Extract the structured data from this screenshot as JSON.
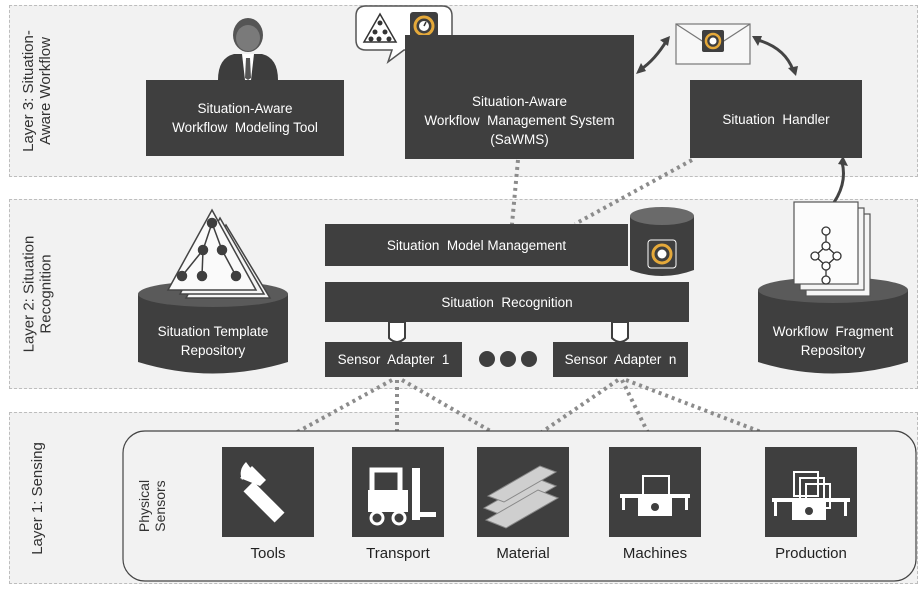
{
  "layers": {
    "layer3": "Layer 3: Situation-\nAware Workflow",
    "layer2": "Layer 2: Situation\nRecognition",
    "layer1": "Layer 1: Sensing"
  },
  "boxes": {
    "modeling_tool": "Situation-Aware\nWorkflow  Modeling Tool",
    "sawms": "Situation-Aware\nWorkflow  Management System\n(SaWMS)",
    "situation_handler": "Situation  Handler",
    "model_management": "Situation  Model Management",
    "situation_recognition": "Situation  Recognition",
    "sensor_adapter_1": "Sensor  Adapter  1",
    "sensor_adapter_n": "Sensor  Adapter  n"
  },
  "repositories": {
    "template": "Situation Template\nRepository",
    "fragment": "Workflow  Fragment\nRepository"
  },
  "physical_sensors": "Physical\nSensors",
  "sensors": [
    {
      "label": "Tools",
      "icon": "wrench-icon"
    },
    {
      "label": "Transport",
      "icon": "forklift-icon"
    },
    {
      "label": "Material",
      "icon": "steel-beams-icon"
    },
    {
      "label": "Machines",
      "icon": "machine-icon"
    },
    {
      "label": "Production",
      "icon": "production-line-icon"
    }
  ],
  "colors": {
    "box": "#3f3f3f",
    "panel": "#f2f2f2",
    "connector": "#8c8c8c"
  }
}
